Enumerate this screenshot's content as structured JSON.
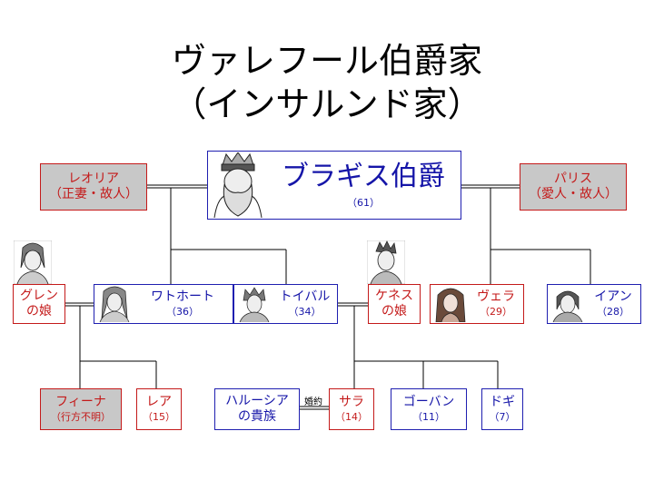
{
  "title": {
    "line1": "ヴァレフール伯爵家",
    "line2": "（インサルンド家）"
  },
  "engagement_label": "婚約",
  "people": {
    "bragis": {
      "name": "ブラギス伯爵",
      "age": "（61）",
      "portrait": "bearded-king-portrait"
    },
    "leoria": {
      "line1": "レオリア",
      "line2": "（正妻・故人）"
    },
    "paris": {
      "line1": "パリス",
      "line2": "（愛人・故人）"
    },
    "wathort": {
      "name": "ワトホート",
      "age": "（36）",
      "portrait": "long-hair-man-portrait"
    },
    "toival": {
      "name": "トイバル",
      "age": "（34）",
      "portrait": "spiky-hair-man-portrait"
    },
    "vera": {
      "name": "ヴェラ",
      "age": "（29）",
      "portrait": "woman-portrait"
    },
    "ian": {
      "name": "イアン",
      "age": "（28）",
      "portrait": "young-man-portrait"
    },
    "glen_daughter": {
      "line1": "グレン",
      "line2": "の娘",
      "portrait": "glen-portrait"
    },
    "kenes_daughter": {
      "line1": "ケネス",
      "line2": "の娘",
      "portrait": "kenes-portrait"
    },
    "fina": {
      "name": "フィーナ",
      "age": "（行方不明）"
    },
    "lea": {
      "name": "レア",
      "age": "（15）"
    },
    "halucia": {
      "line1": "ハルーシア",
      "line2": "の貴族"
    },
    "sara": {
      "name": "サラ",
      "age": "（14）"
    },
    "goban": {
      "name": "ゴーバン",
      "age": "（11）"
    },
    "dogi": {
      "name": "ドギ",
      "age": "（7）"
    }
  },
  "colors": {
    "blue": "#1515a8",
    "red": "#c41a1a",
    "gray_fill": "#c8c8c8"
  }
}
